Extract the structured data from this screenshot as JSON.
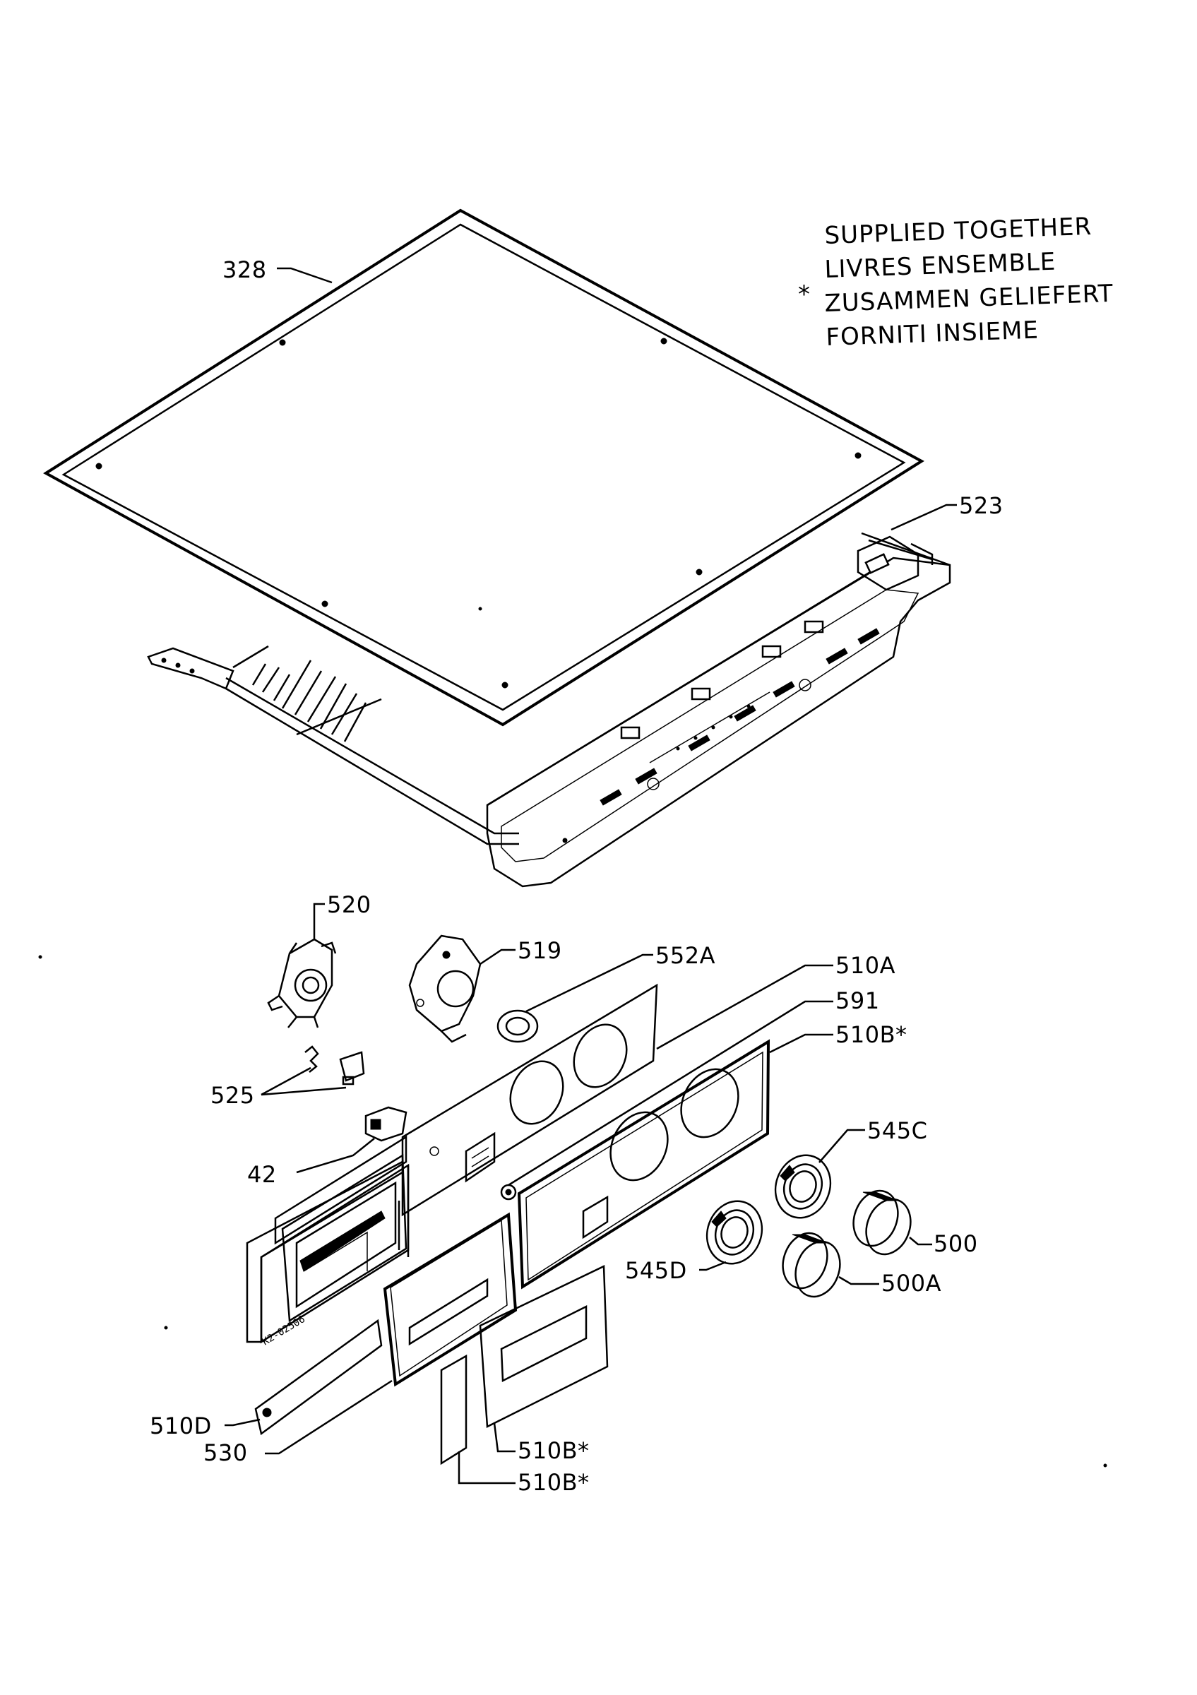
{
  "note": {
    "lines": [
      "SUPPLIED TOGETHER",
      "LIVRES ENSEMBLE",
      "ZUSAMMEN GELIEFERT",
      "FORNITI INSIEME"
    ],
    "marker": "*"
  },
  "labels": {
    "p328": "328",
    "p523": "523",
    "p520": "520",
    "p519": "519",
    "p552A": "552A",
    "p510A": "510A",
    "p591": "591",
    "p510B_top": "510B*",
    "p525": "525",
    "p545C": "545C",
    "p42": "42",
    "p500": "500",
    "p545D": "545D",
    "p500A": "500A",
    "p510D": "510D",
    "p530": "530",
    "p510B_mid": "510B*",
    "p510B_bottom": "510B*"
  },
  "drawing_code": "K2-02506"
}
